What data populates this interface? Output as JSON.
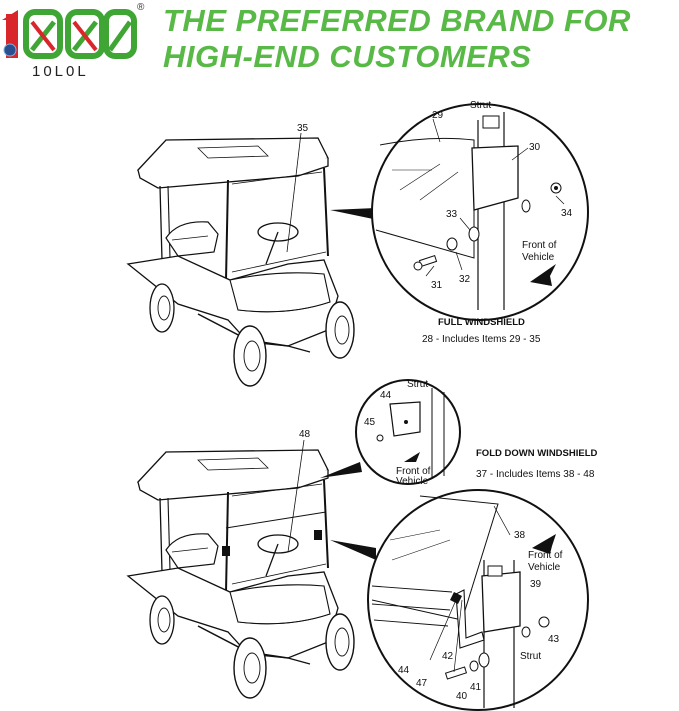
{
  "brand": {
    "logo_text": "10L0L",
    "registered_mark": "®",
    "colors": {
      "red": "#d9262b",
      "green": "#3fa535",
      "accent": "#58b947"
    }
  },
  "headline": {
    "line1": "THE PREFERRED BRAND FOR",
    "line2": "HIGH-END CUSTOMERS"
  },
  "full_windshield": {
    "title": "FULL WINDSHIELD",
    "subtitle": "28 - Includes Items 29 - 35",
    "cart_callout": "35",
    "strut_label": "Strut",
    "front_label_1": "Front of",
    "front_label_2": "Vehicle",
    "callouts": [
      "29",
      "30",
      "33",
      "34",
      "31",
      "32"
    ]
  },
  "fold_down_windshield": {
    "title": "FOLD DOWN WINDSHIELD",
    "subtitle": "37 - Includes Items 38 - 48",
    "cart_callout": "48",
    "small_detail": {
      "strut_label": "Strut",
      "callouts": [
        "44",
        "45"
      ],
      "front_label_1": "Front of",
      "front_label_2": "Vehicle"
    },
    "large_detail": {
      "strut_label": "Strut",
      "front_label_1": "Front of",
      "front_label_2": "Vehicle",
      "callouts": [
        "38",
        "39",
        "43",
        "42",
        "44",
        "47",
        "40",
        "41"
      ]
    }
  }
}
